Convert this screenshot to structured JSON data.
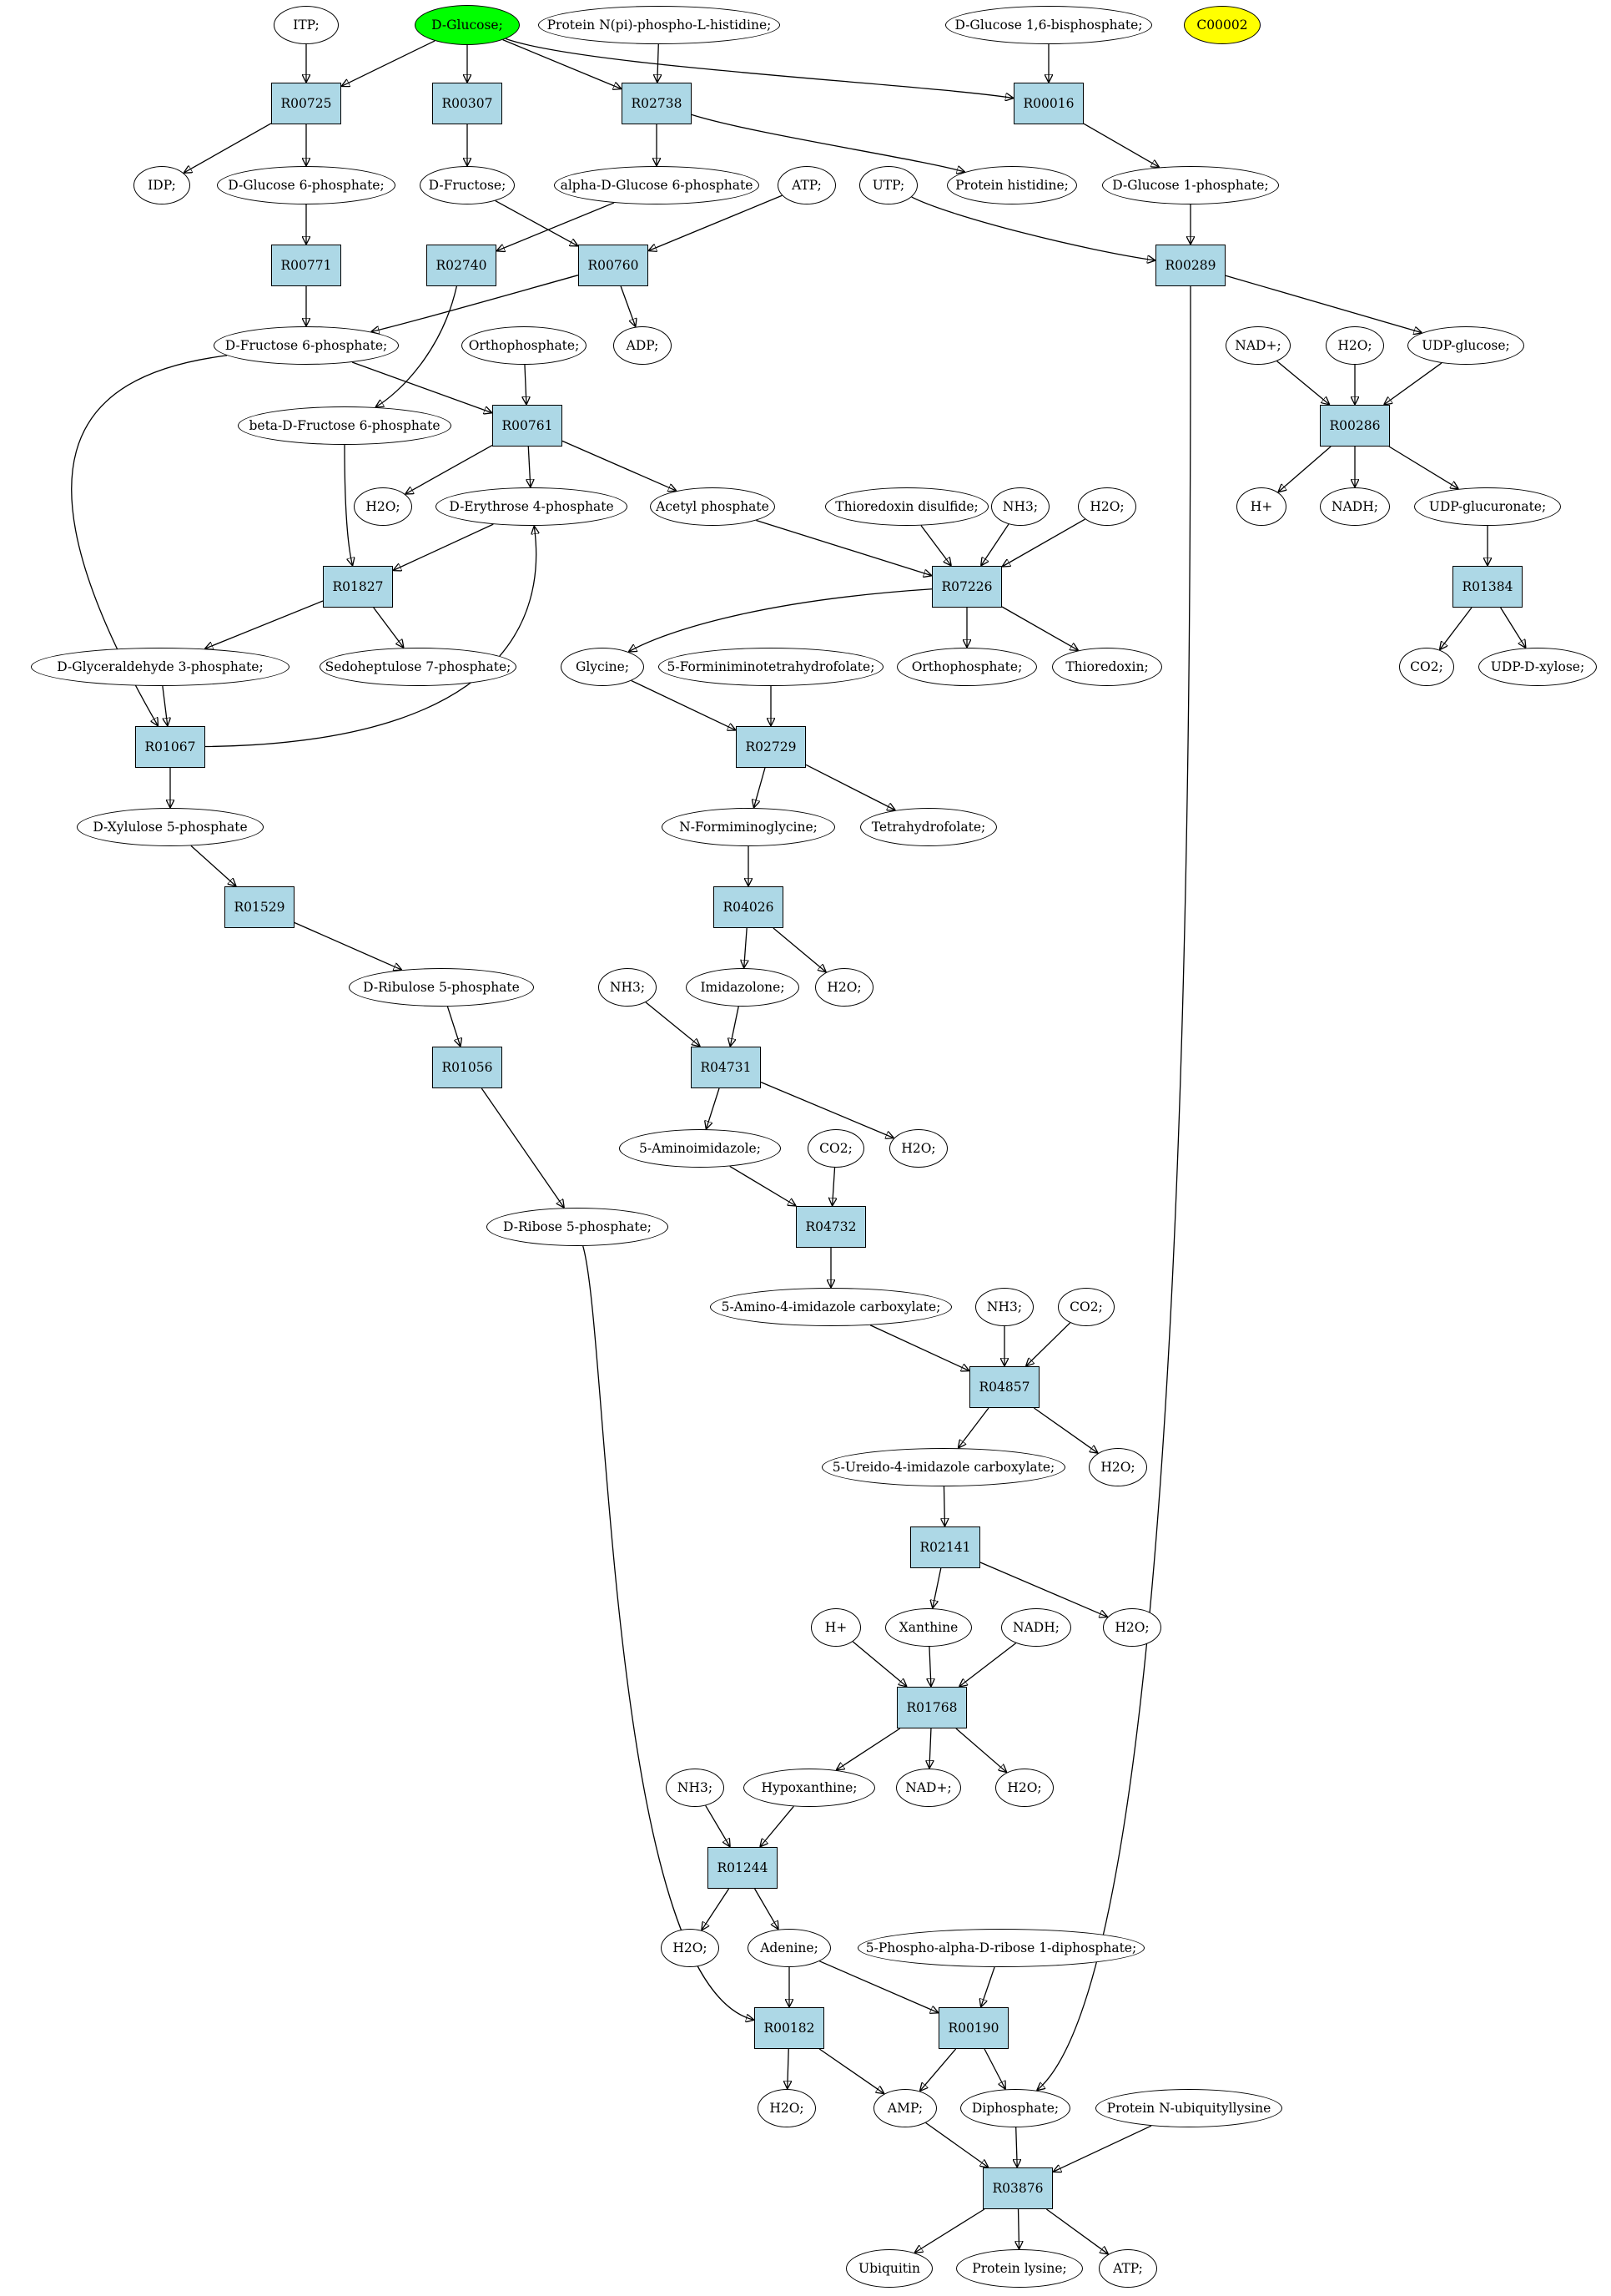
{
  "colors": {
    "reaction_fill": "#add8e6",
    "compound_fill": "#ffffff",
    "start_compound_fill": "#00ff00",
    "target_compound_fill": "#ffff00",
    "edge": "#000000"
  },
  "nodes": {
    "itp": "ITP;",
    "dglucose": "D-Glucose;",
    "protnp": "Protein N(pi)-phospho-L-histidine;",
    "glc16bp": "D-Glucose 1,6-bisphosphate;",
    "c00002": "C00002",
    "R00725": "R00725",
    "R00307": "R00307",
    "R02738": "R02738",
    "R00016": "R00016",
    "idp": "IDP;",
    "g6p": "D-Glucose 6-phosphate;",
    "dfructose": "D-Fructose;",
    "ag6p": "alpha-D-Glucose 6-phosphate",
    "atp1": "ATP;",
    "utp": "UTP;",
    "prothis": "Protein histidine;",
    "g1p": "D-Glucose 1-phosphate;",
    "R00771": "R00771",
    "R02740": "R02740",
    "R00760": "R00760",
    "R00289": "R00289",
    "f6p": "D-Fructose 6-phosphate;",
    "adp": "ADP;",
    "ortho1": "Orthophosphate;",
    "nadp1": "NAD+;",
    "h2o_a": "H2O;",
    "udpg": "UDP-glucose;",
    "bf6p": "beta-D-Fructose 6-phosphate",
    "R00761": "R00761",
    "R00286": "R00286",
    "h2o_b": "H2O;",
    "e4p": "D-Erythrose 4-phosphate",
    "acp": "Acetyl phosphate",
    "trxss": "Thioredoxin disulfide;",
    "nh3_a": "NH3;",
    "h2o_c": "H2O;",
    "hplus1": "H+",
    "nadh1": "NADH;",
    "udpga": "UDP-glucuronate;",
    "R01827": "R01827",
    "R07226": "R07226",
    "R01384": "R01384",
    "gap": "D-Glyceraldehyde 3-phosphate;",
    "s7p": "Sedoheptulose 7-phosphate;",
    "glycine": "Glycine;",
    "fiTHF": "5-Forminiminotetrahydrofolate;",
    "ortho2": "Orthophosphate;",
    "thio": "Thioredoxin;",
    "co2_a": "CO2;",
    "udpx": "UDP-D-xylose;",
    "R01067": "R01067",
    "R02729": "R02729",
    "x5p": "D-Xylulose 5-phosphate",
    "nfg": "N-Formiminoglycine;",
    "thf": "Tetrahydrofolate;",
    "R01529": "R01529",
    "R04026": "R04026",
    "ru5p": "D-Ribulose 5-phosphate",
    "nh3_b": "NH3;",
    "imid": "Imidazolone;",
    "h2o_d": "H2O;",
    "R01056": "R01056",
    "R04731": "R04731",
    "aimid": "5-Aminoimidazole;",
    "co2_b": "CO2;",
    "h2o_e": "H2O;",
    "r5p": "D-Ribose 5-phosphate;",
    "R04732": "R04732",
    "aic": "5-Amino-4-imidazole carboxylate;",
    "nh3_c": "NH3;",
    "co2_c": "CO2;",
    "R04857": "R04857",
    "uic": "5-Ureido-4-imidazole carboxylate;",
    "h2o_f": "H2O;",
    "R02141": "R02141",
    "hplus2": "H+",
    "xanthine": "Xanthine",
    "nadh2": "NADH;",
    "h2o_g": "H2O;",
    "R01768": "R01768",
    "nh3_d": "NH3;",
    "hypox": "Hypoxanthine;",
    "nadp2": "NAD+;",
    "h2o_h": "H2O;",
    "R01244": "R01244",
    "h2o_i": "H2O;",
    "adenine": "Adenine;",
    "prpp": "5-Phospho-alpha-D-ribose 1-diphosphate;",
    "R00182": "R00182",
    "R00190": "R00190",
    "h2o_j": "H2O;",
    "amp": "AMP;",
    "diphos": "Diphosphate;",
    "protub": "Protein N-ubiquityllysine",
    "R03876": "R03876",
    "ubiq": "Ubiquitin",
    "protlys": "Protein lysine;",
    "atp2": "ATP;"
  }
}
